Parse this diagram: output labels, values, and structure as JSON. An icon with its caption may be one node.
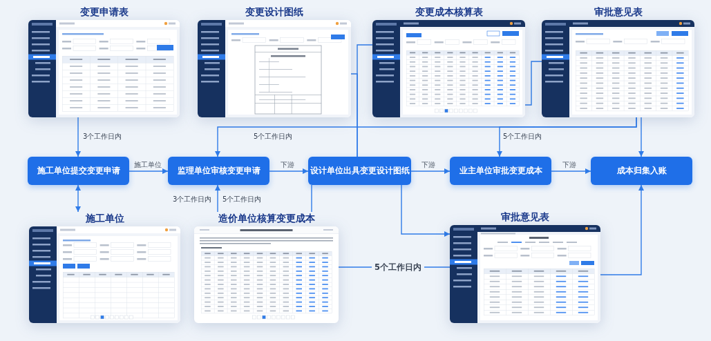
{
  "diagram": {
    "nodes": [
      {
        "text": [
          "变更申请表"
        ]
      },
      {
        "text": [
          "变更设计图纸"
        ]
      },
      {
        "text": [
          "变更成本核算表"
        ]
      },
      {
        "text": [
          "审批意见表"
        ]
      },
      {
        "text": [
          "施工单位提交变更申请"
        ]
      },
      {
        "text": [
          "监理单位审核变更申请"
        ]
      },
      {
        "text": [
          "设计单位出具变更设计图纸"
        ]
      },
      {
        "text": [
          "业主单位审批变更成本"
        ]
      },
      {
        "text": [
          "成本归集入账"
        ]
      },
      {
        "text": [
          "施工单位"
        ]
      },
      {
        "text": [
          "造价单位核算变更成本"
        ]
      },
      {
        "text": [
          "审批意见表"
        ]
      }
    ],
    "edges": [
      {
        "from": 0,
        "to": 4,
        "arrow": "to",
        "label": "3个工作日内"
      },
      {
        "from": 4,
        "to": 5,
        "arrow": "to",
        "label": "施工单位"
      },
      {
        "from": 5,
        "to": 6,
        "arrow": "to",
        "label": "下游"
      },
      {
        "from": 6,
        "to": 7,
        "arrow": "to",
        "label": "下游"
      },
      {
        "from": 7,
        "to": 8,
        "arrow": "to",
        "label": "下游"
      },
      {
        "from": 1,
        "to": 6,
        "arrow": "none"
      },
      {
        "from": 2,
        "to": 6,
        "arrow": "none"
      },
      {
        "from": 3,
        "to": 5,
        "arrow": "to",
        "label": "5个工作日内"
      },
      {
        "from": 3,
        "to": 7,
        "arrow": "to",
        "label": "5个工作日内"
      },
      {
        "from": 3,
        "to": 8,
        "arrow": "to"
      },
      {
        "from": 2,
        "to": 3,
        "arrow": "none"
      },
      {
        "from": 4,
        "to": 9,
        "arrow": "both"
      },
      {
        "from": 10,
        "to": 5,
        "arrow": "to",
        "label": "5个工作日内"
      },
      {
        "from": 6,
        "to": 10,
        "arrow": "none"
      },
      {
        "from": 6,
        "to": 11,
        "arrow": "to"
      },
      {
        "from": 10,
        "to": 11,
        "arrow": "none",
        "label": "5个工作日内"
      },
      {
        "from": 11,
        "to": 8,
        "arrow": "to"
      }
    ],
    "labels": [
      "3个工作日内"
    ]
  }
}
